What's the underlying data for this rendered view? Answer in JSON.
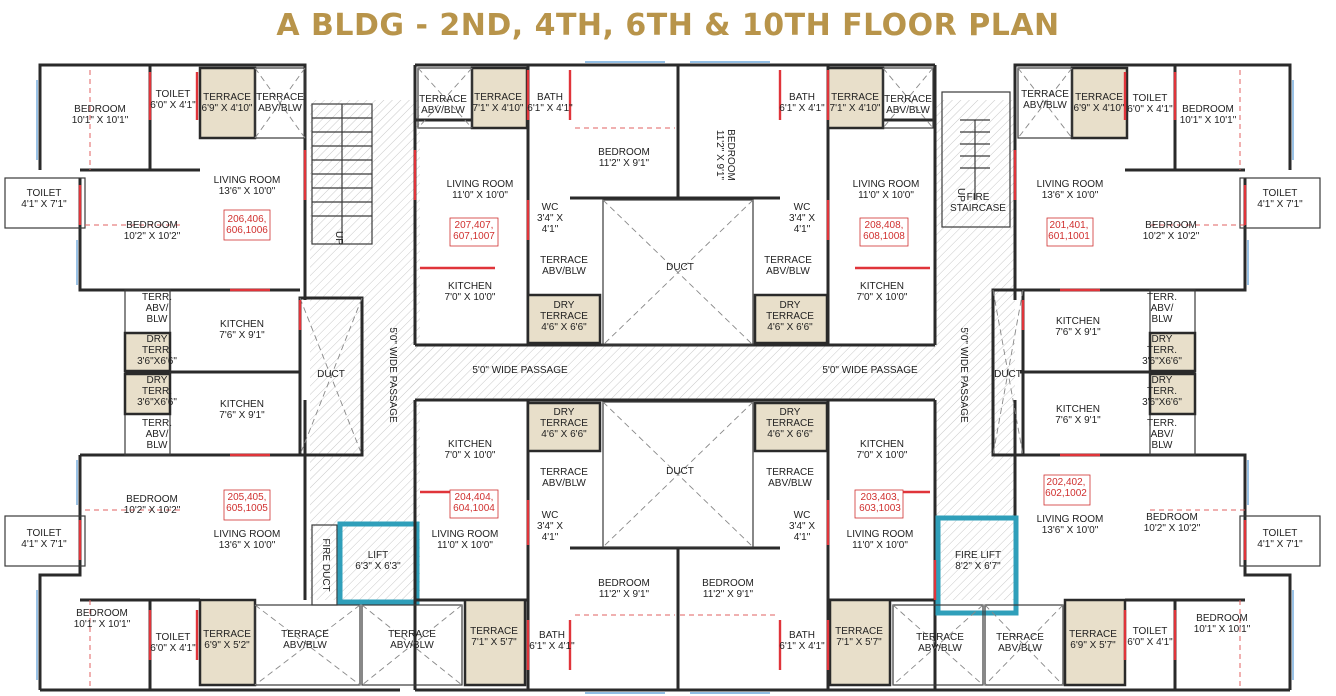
{
  "title": "A BLDG - 2ND, 4TH, 6TH & 10TH FLOOR PLAN",
  "colors": {
    "title": "#b8944a",
    "wall": "#2a2a2a",
    "door": "#e0343a",
    "window": "#6fa8dc",
    "lift": "#2f9fba",
    "unit_label": "#d0302f",
    "tile": "#e8dfca"
  },
  "labels": {
    "bed_tl": [
      "BEDROOM",
      "10'1\" X 10'1\""
    ],
    "toilet_tl": [
      "TOILET",
      "6'0\" X 4'1\""
    ],
    "terr_tl": [
      "TERRACE",
      "6'9\" X 4'10\""
    ],
    "terrabv_tl": [
      "TERRACE",
      "ABV/BLW"
    ],
    "living_a": [
      "LIVING ROOM",
      "13'6\" X 10'0\""
    ],
    "toilet_l1": [
      "TOILET",
      "4'1\" X 7'1\""
    ],
    "bed_l1": [
      "BEDROOM",
      "10'2\" X 10'2\""
    ],
    "unit_a": [
      "206,406,",
      "606,1006"
    ],
    "terr_l1": [
      "TERR.",
      "ABV/",
      "BLW"
    ],
    "kitchen_l1": [
      "KITCHEN",
      "7'6\" X 9'1\""
    ],
    "dry_l1": [
      "DRY",
      "TERR.",
      "3'6\"X6'6\""
    ],
    "dry_l2": [
      "DRY",
      "TERR.",
      "3'6\"X6'6\""
    ],
    "kitchen_l2": [
      "KITCHEN",
      "7'6\" X 9'1\""
    ],
    "terr_l2": [
      "TERR.",
      "ABV/",
      "BLW"
    ],
    "bed_l2": [
      "BEDROOM",
      "10'2\" X 10'2\""
    ],
    "unit_b": [
      "205,405,",
      "605,1005"
    ],
    "living_b": [
      "LIVING ROOM",
      "13'6\" X 10'0\""
    ],
    "toilet_l2": [
      "TOILET",
      "4'1\" X 7'1\""
    ],
    "bed_bl": [
      "BEDROOM",
      "10'1\" X 10'1\""
    ],
    "toilet_bl": [
      "TOILET",
      "6'0\" X 4'1\""
    ],
    "terr_bl": [
      "TERRACE",
      "6'9\" X 5'2\""
    ],
    "terrabv_bl": [
      "TERRACE",
      "ABV/BLW"
    ],
    "duct_left": [
      "DUCT"
    ],
    "up_left": [
      "UP"
    ],
    "fire_duct": [
      "FIRE DUCT"
    ],
    "lift": [
      "LIFT",
      "6'3\" X 6'3\""
    ],
    "passage_v_left": [
      "5'0\" WIDE PASSAGE"
    ],
    "passage_h_left": [
      "5'0\" WIDE PASSAGE"
    ],
    "passage_h_right": [
      "5'0\" WIDE PASSAGE"
    ],
    "passage_v_right": [
      "5'0\" WIDE PASSAGE"
    ],
    "terrabv_c1": [
      "TERRACE",
      "ABV/BLW"
    ],
    "terr_c1": [
      "TERRACE",
      "7'1\" X 4'10\""
    ],
    "bath_c1": [
      "BATH",
      "6'1\" X 4'1\""
    ],
    "bed_c1": [
      "BEDROOM",
      "11'2\" X 9'1\""
    ],
    "living_c1": [
      "LIVING ROOM",
      "11'0\" X 10'0\""
    ],
    "wc_c1": [
      "WC",
      "3'4\" X",
      "4'1\""
    ],
    "unit_c1": [
      "207,407,",
      "607,1007"
    ],
    "terrabv_c1b": [
      "TERRACE",
      "ABV/BLW"
    ],
    "kitchen_c1": [
      "KITCHEN",
      "7'0\" X 10'0\""
    ],
    "dry_c1": [
      "DRY",
      "TERRACE",
      "4'6\" X 6'6\""
    ],
    "bed_c2": [
      "BEDROOM",
      "11'2\" X 9'1\""
    ],
    "duct_top": [
      "DUCT"
    ],
    "bath_c2": [
      "BATH",
      "6'1\" X 4'1\""
    ],
    "terr_c2": [
      "TERRACE",
      "7'1\" X 4'10\""
    ],
    "terrabv_c2": [
      "TERRACE",
      "ABV/BLW"
    ],
    "living_c2": [
      "LIVING ROOM",
      "11'0\" X 10'0\""
    ],
    "wc_c2": [
      "WC",
      "3'4\" X",
      "4'1\""
    ],
    "unit_c2": [
      "208,408,",
      "608,1008"
    ],
    "terrabv_c2b": [
      "TERRACE",
      "ABV/BLW"
    ],
    "kitchen_c2": [
      "KITCHEN",
      "7'0\" X 10'0\""
    ],
    "dry_c2": [
      "DRY",
      "TERRACE",
      "4'6\" X 6'6\""
    ],
    "dry_c3": [
      "DRY",
      "TERRACE",
      "4'6\" X 6'6\""
    ],
    "kitchen_c3": [
      "KITCHEN",
      "7'0\" X 10'0\""
    ],
    "terrabv_c3": [
      "TERRACE",
      "ABV/BLW"
    ],
    "unit_c3": [
      "204,404,",
      "604,1004"
    ],
    "wc_c3": [
      "WC",
      "3'4\" X",
      "4'1\""
    ],
    "living_c3": [
      "LIVING ROOM",
      "11'0\" X 10'0\""
    ],
    "duct_bottom": [
      "DUCT"
    ],
    "dry_c4": [
      "DRY",
      "TERRACE",
      "4'6\" X 6'6\""
    ],
    "kitchen_c4": [
      "KITCHEN",
      "7'0\" X 10'0\""
    ],
    "terrabv_c4": [
      "TERRACE",
      "ABV/BLW"
    ],
    "unit_c4": [
      "203,403,",
      "603,1003"
    ],
    "wc_c4": [
      "WC",
      "3'4\" X",
      "4'1\""
    ],
    "living_c4": [
      "LIVING ROOM",
      "11'0\" X 10'0\""
    ],
    "bed_c3": [
      "BEDROOM",
      "11'2\" X 9'1\""
    ],
    "bed_c4": [
      "BEDROOM",
      "11'2\" X 9'1\""
    ],
    "terrabv_c3b": [
      "TERRACE",
      "ABV/BLW"
    ],
    "terr_c3": [
      "TERRACE",
      "7'1\" X 5'7\""
    ],
    "bath_c3": [
      "BATH",
      "6'1\" X 4'1\""
    ],
    "bath_c4": [
      "BATH",
      "6'1\" X 4'1\""
    ],
    "terr_c4": [
      "TERRACE",
      "7'1\" X 5'7\""
    ],
    "terrabv_c4b": [
      "TERRACE",
      "ABV/BLW"
    ],
    "fire_stair": [
      "FIRE",
      "STAIRCASE"
    ],
    "up_right": [
      "UP"
    ],
    "fire_lift": [
      "FIRE LIFT",
      "8'2\" X 6'7\""
    ],
    "duct_right": [
      "DUCT"
    ],
    "terrabv_tr": [
      "TERRACE",
      "ABV/BLW"
    ],
    "terr_tr": [
      "TERRACE",
      "6'9\" X 4'10\""
    ],
    "toilet_tr": [
      "TOILET",
      "6'0\" X 4'1\""
    ],
    "bed_tr": [
      "BEDROOM",
      "10'1\" X 10'1\""
    ],
    "living_d": [
      "LIVING ROOM",
      "13'6\" X 10'0\""
    ],
    "toilet_r1": [
      "TOILET",
      "4'1\" X 7'1\""
    ],
    "bed_r1": [
      "BEDROOM",
      "10'2\" X 10'2\""
    ],
    "unit_d": [
      "201,401,",
      "601,1001"
    ],
    "terr_r1": [
      "TERR.",
      "ABV/",
      "BLW"
    ],
    "kitchen_r1": [
      "KITCHEN",
      "7'6\" X 9'1\""
    ],
    "dry_r1": [
      "DRY",
      "TERR.",
      "3'6\"X6'6\""
    ],
    "dry_r2": [
      "DRY",
      "TERR.",
      "3'6\"X6'6\""
    ],
    "kitchen_r2": [
      "KITCHEN",
      "7'6\" X 9'1\""
    ],
    "terr_r2": [
      "TERR.",
      "ABV/",
      "BLW"
    ],
    "unit_e": [
      "202,402,",
      "602,1002"
    ],
    "bed_r2": [
      "BEDROOM",
      "10'2\" X 10'2\""
    ],
    "living_e": [
      "LIVING ROOM",
      "13'6\" X 10'0\""
    ],
    "toilet_r2": [
      "TOILET",
      "4'1\" X 7'1\""
    ],
    "bed_br": [
      "BEDROOM",
      "10'1\" X 10'1\""
    ],
    "toilet_br": [
      "TOILET",
      "6'0\" X 4'1\""
    ],
    "terr_br": [
      "TERRACE",
      "6'9\" X 5'7\""
    ],
    "terrabv_br": [
      "TERRACE",
      "ABV/BLW"
    ],
    "terrabv_br2": [
      "TERRACE",
      "ABV/BLW"
    ]
  }
}
